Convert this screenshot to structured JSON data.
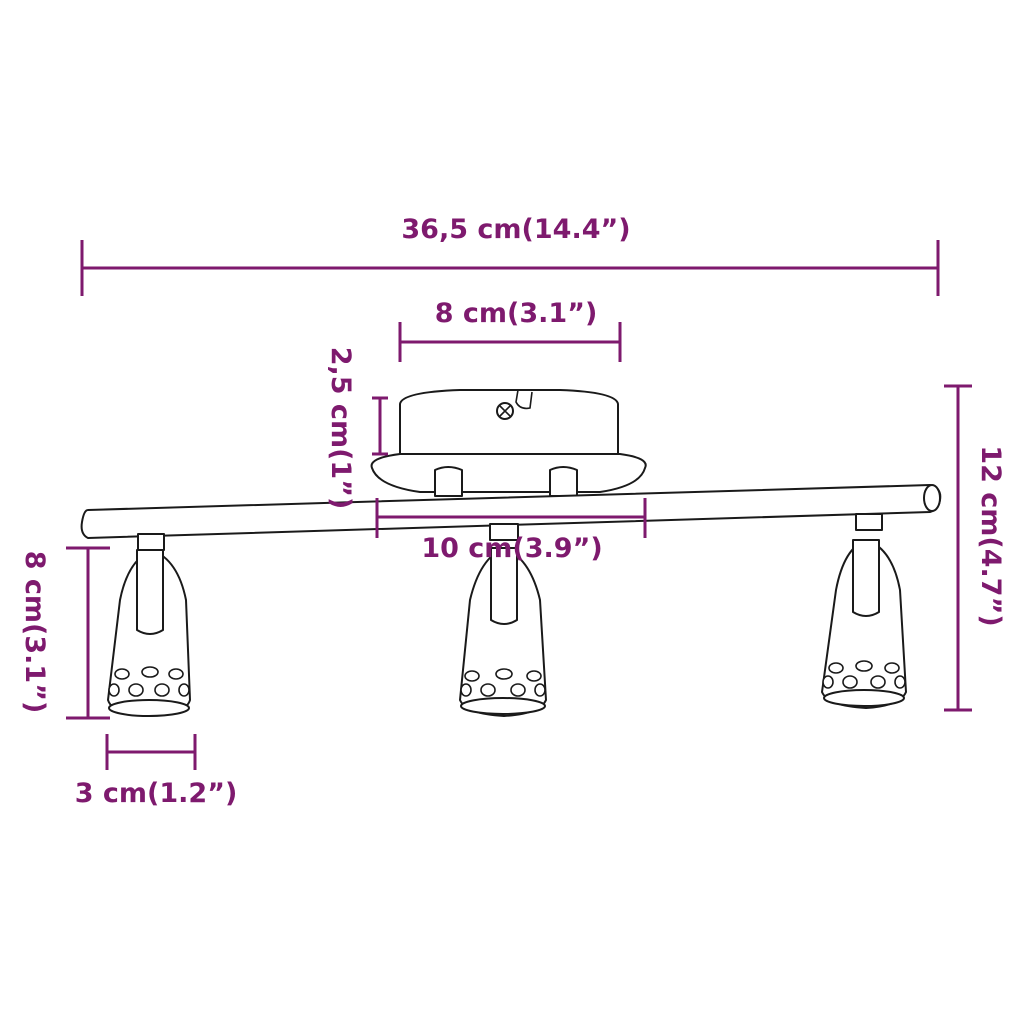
{
  "dimensions": {
    "total_length": "36,5 cm(14.4”)",
    "base_diameter": "8 cm(3.1”)",
    "base_height": "2,5 cm(1”)",
    "mount_spacing": "10 cm(3.9”)",
    "total_height": "12 cm(4.7”)",
    "spot_height": "8 cm(3.1”)",
    "spot_diameter": "3 cm(1.2”)"
  },
  "colors": {
    "dimension": "#7e1a6e",
    "drawing": "#1a1a1a",
    "background": "#ffffff"
  }
}
